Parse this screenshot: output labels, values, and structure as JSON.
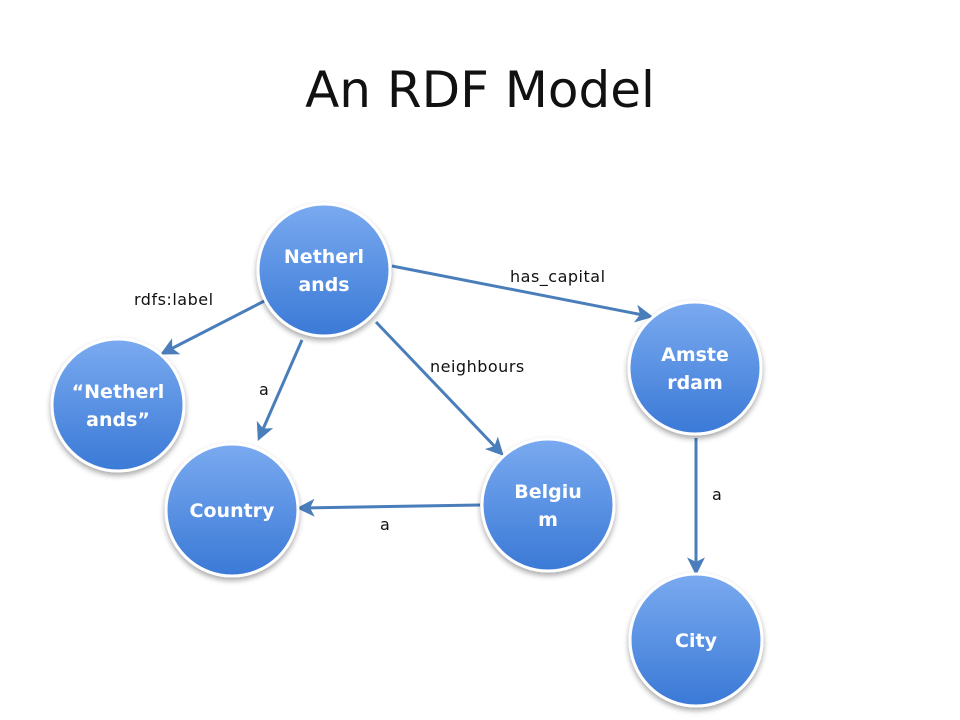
{
  "title": "An RDF Model",
  "nodes": [
    {
      "id": "netherlands",
      "lines": [
        "Netherl",
        "ands"
      ]
    },
    {
      "id": "netherlands-literal",
      "lines": [
        "“Netherl",
        "ands”"
      ]
    },
    {
      "id": "country",
      "lines": [
        "Country"
      ]
    },
    {
      "id": "belgium",
      "lines": [
        "Belgiu",
        "m"
      ]
    },
    {
      "id": "amsterdam",
      "lines": [
        "Amste",
        "rdam"
      ]
    },
    {
      "id": "city",
      "lines": [
        "City"
      ]
    }
  ],
  "edges": [
    {
      "id": "netherlands-label",
      "from": "netherlands",
      "to": "netherlands-literal",
      "label": "rdfs:label"
    },
    {
      "id": "netherlands-type",
      "from": "netherlands",
      "to": "country",
      "label": "a"
    },
    {
      "id": "netherlands-neighbours",
      "from": "netherlands",
      "to": "belgium",
      "label": "neighbours"
    },
    {
      "id": "netherlands-capital",
      "from": "netherlands",
      "to": "amsterdam",
      "label": "has_capital"
    },
    {
      "id": "belgium-type",
      "from": "belgium",
      "to": "country",
      "label": "a"
    },
    {
      "id": "amsterdam-type",
      "from": "amsterdam",
      "to": "city",
      "label": "a"
    }
  ],
  "colors": {
    "node_fill_top": "#7aaaf0",
    "node_fill_bottom": "#3a79d6",
    "node_border": "#ffffff",
    "edge": "#4a7ebb",
    "text": "#111111"
  }
}
